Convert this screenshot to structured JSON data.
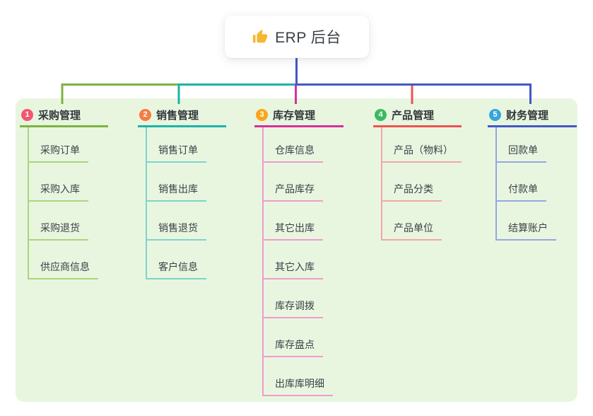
{
  "root": {
    "title": "ERP 后台",
    "icon": "thumbs-up-icon",
    "icon_color": "#f5b82e",
    "box_bg": "#ffffff",
    "text_color": "#3b4045"
  },
  "panel_bg": "#e8f6e0",
  "root_trunk_color": "#4358c4",
  "branches": [
    {
      "badge": "1",
      "badge_color": "#f2566e",
      "title": "采购管理",
      "color": "#7cb342",
      "light_color": "#abd57b",
      "children": [
        "采购订单",
        "采购入库",
        "采购退货",
        "供应商信息"
      ]
    },
    {
      "badge": "2",
      "badge_color": "#f67c41",
      "title": "销售管理",
      "color": "#1db3a7",
      "light_color": "#7fd3ca",
      "children": [
        "销售订单",
        "销售出库",
        "销售退货",
        "客户信息"
      ]
    },
    {
      "badge": "3",
      "badge_color": "#f9a61c",
      "title": "库存管理",
      "color": "#d6309c",
      "light_color": "#ef9ccb",
      "children": [
        "仓库信息",
        "产品库存",
        "其它出库",
        "其它入库",
        "库存调拨",
        "库存盘点",
        "出库库明细"
      ]
    },
    {
      "badge": "4",
      "badge_color": "#3cba5f",
      "title": "产品管理",
      "color": "#ee5350",
      "light_color": "#f4a6a3",
      "children": [
        "产品（物料）",
        "产品分类",
        "产品单位"
      ]
    },
    {
      "badge": "5",
      "badge_color": "#36a6da",
      "title": "财务管理",
      "color": "#4358c4",
      "light_color": "#97a7e2",
      "children": [
        "回款单",
        "付款单",
        "结算账户"
      ]
    }
  ]
}
